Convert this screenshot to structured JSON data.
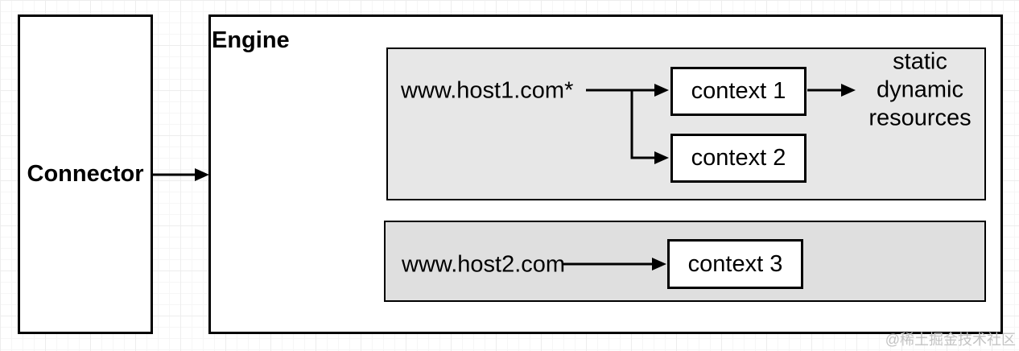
{
  "connector": {
    "label": "Connector"
  },
  "engine": {
    "label": "Engine",
    "hosts": [
      {
        "domain": "www.host1.com*",
        "contexts": [
          "context 1",
          "context 2"
        ],
        "resources_lines": [
          "static",
          "dynamic",
          "resources"
        ]
      },
      {
        "domain": "www.host2.com",
        "contexts": [
          "context 3"
        ]
      }
    ]
  },
  "watermark": "@稀土掘金技术社区",
  "colors": {
    "box_border": "#000000",
    "host1_fill": "#e7e7e7",
    "host2_fill": "#dfdfdf",
    "context_fill": "#ffffff",
    "engine_fill": "#ffffff",
    "watermark_text": "#c3c3c3",
    "grid_line": "#ededed"
  }
}
